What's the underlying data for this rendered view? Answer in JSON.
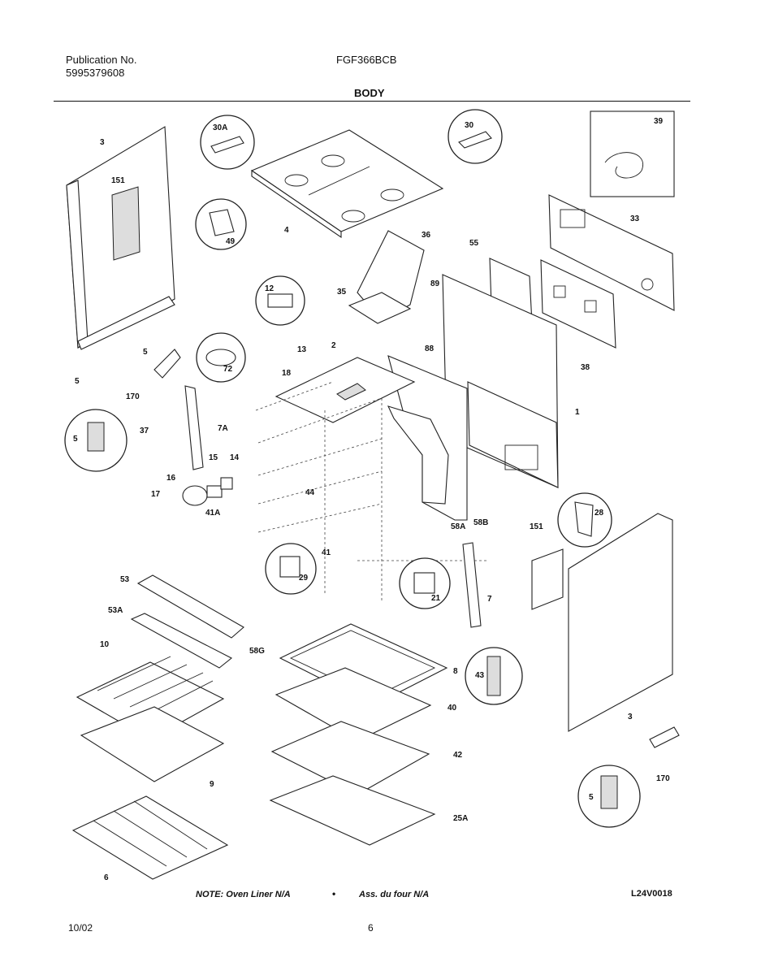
{
  "header": {
    "publication_label": "Publication No.",
    "publication_number": "5995379608",
    "model": "FGF366BCB",
    "section_title": "BODY"
  },
  "parts": {
    "p3": "3",
    "p151": "151",
    "p30A": "30A",
    "p4": "4",
    "p49": "49",
    "p30": "30",
    "p39": "39",
    "p33": "33",
    "p36": "36",
    "p55": "55",
    "p12": "12",
    "p35": "35",
    "p89": "89",
    "p88": "88",
    "p38": "38",
    "p5": "5",
    "p13": "13",
    "p2": "2",
    "p72": "72",
    "p18": "18",
    "p170": "170",
    "p7A": "7A",
    "p1": "1",
    "p37": "37",
    "p15": "15",
    "p14": "14",
    "p16": "16",
    "p17": "17",
    "p44": "44",
    "p41A": "41A",
    "p58A": "58A",
    "p58B": "58B",
    "p28": "28",
    "p41": "41",
    "p29": "29",
    "p21": "21",
    "p7": "7",
    "p53": "53",
    "p53A": "53A",
    "p58G": "58G",
    "p10": "10",
    "p8": "8",
    "p43": "43",
    "p40": "40",
    "p42": "42",
    "p9": "9",
    "p25A": "25A",
    "p6": "6"
  },
  "footer": {
    "note_left": "NOTE: Oven Liner N/A",
    "bullet": "•",
    "note_right": "Ass. du four N/A",
    "drawing_number": "L24V0018",
    "date": "10/02",
    "page_number": "6"
  }
}
